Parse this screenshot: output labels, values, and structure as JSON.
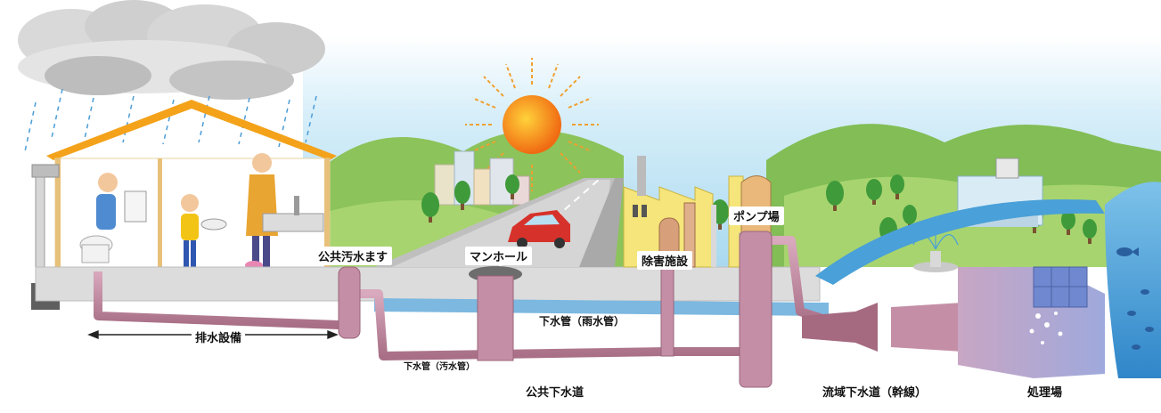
{
  "labels": {
    "public_sewer_basin": "公共汚水ます",
    "manhole": "マンホール",
    "abatement_facility": "除害施設",
    "pump_station": "ポンプ場",
    "rainwater_pipe": "下水管（雨水管）",
    "sewage_pipe": "下水管（汚水管）",
    "drainage_equipment": "排水設備",
    "public_sewer": "公共下水道",
    "regional_sewer": "流域下水道（幹線）",
    "treatment_plant": "処理場"
  },
  "icons": {
    "sun": "sun-icon",
    "cloud": "cloud-icon",
    "car": "car-icon",
    "tree": "tree-icon",
    "fish": "fish-icon"
  },
  "colors": {
    "sky": "#bfe3f4",
    "hill": "#8cc35a",
    "pipe": "#c48fa6",
    "pipe_dark": "#9a6479",
    "road": "#cfcfcf",
    "water": "#4aa0d8",
    "house_roof": "#f3a21a",
    "sun": "#f47a1d"
  }
}
